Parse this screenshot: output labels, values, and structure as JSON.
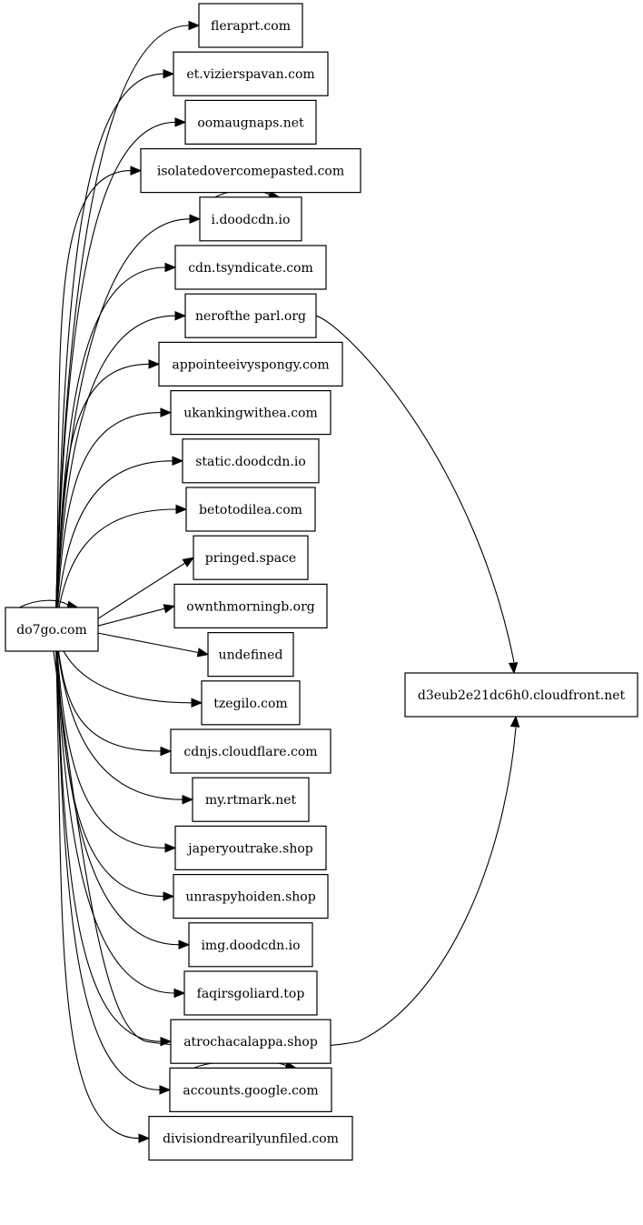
{
  "graph": {
    "root": "do7go.com",
    "hub": "d3eub2e21dc6h0.cloudfront.net",
    "nodes": [
      "fleraprt.com",
      "et.vizierspavan.com",
      "oomaugnaps.net",
      "isolatedovercomepasted.com",
      "i.doodcdn.io",
      "cdn.tsyndicate.com",
      "nerofthe parl.org",
      "appointeeivyspongy.com",
      "ukankingwithea.com",
      "static.doodcdn.io",
      "betotodilea.com",
      "pringed.space",
      "ownthmorningb.org",
      "undefined",
      "tzegilo.com",
      "cdnjs.cloudflare.com",
      "my.rtmark.net",
      "japeryoutrake.shop",
      "unraspyhoiden.shop",
      "img.doodcdn.io",
      "faqirsgoliard.top",
      "atrochacalappa.shop",
      "accounts.google.com",
      "divisiondrearilyunfiled.com"
    ],
    "edges": [
      [
        "do7go.com",
        "do7go.com"
      ],
      [
        "do7go.com",
        "fleraprt.com"
      ],
      [
        "do7go.com",
        "et.vizierspavan.com"
      ],
      [
        "do7go.com",
        "oomaugnaps.net"
      ],
      [
        "do7go.com",
        "isolatedovercomepasted.com"
      ],
      [
        "do7go.com",
        "i.doodcdn.io"
      ],
      [
        "do7go.com",
        "cdn.tsyndicate.com"
      ],
      [
        "do7go.com",
        "nerofthe parl.org"
      ],
      [
        "do7go.com",
        "appointeeivyspongy.com"
      ],
      [
        "do7go.com",
        "ukankingwithea.com"
      ],
      [
        "do7go.com",
        "static.doodcdn.io"
      ],
      [
        "do7go.com",
        "betotodilea.com"
      ],
      [
        "do7go.com",
        "pringed.space"
      ],
      [
        "do7go.com",
        "ownthmorningb.org"
      ],
      [
        "do7go.com",
        "undefined"
      ],
      [
        "do7go.com",
        "tzegilo.com"
      ],
      [
        "do7go.com",
        "cdnjs.cloudflare.com"
      ],
      [
        "do7go.com",
        "my.rtmark.net"
      ],
      [
        "do7go.com",
        "japeryoutrake.shop"
      ],
      [
        "do7go.com",
        "unraspyhoiden.shop"
      ],
      [
        "do7go.com",
        "img.doodcdn.io"
      ],
      [
        "do7go.com",
        "faqirsgoliard.top"
      ],
      [
        "do7go.com",
        "d3eub2e21dc6h0.cloudfront.net"
      ],
      [
        "do7go.com",
        "atrochacalappa.shop"
      ],
      [
        "do7go.com",
        "accounts.google.com"
      ],
      [
        "do7go.com",
        "divisiondrearilyunfiled.com"
      ],
      [
        "i.doodcdn.io",
        "i.doodcdn.io"
      ],
      [
        "nerofthe parl.org",
        "d3eub2e21dc6h0.cloudfront.net"
      ],
      [
        "accounts.google.com",
        "accounts.google.com"
      ]
    ]
  }
}
